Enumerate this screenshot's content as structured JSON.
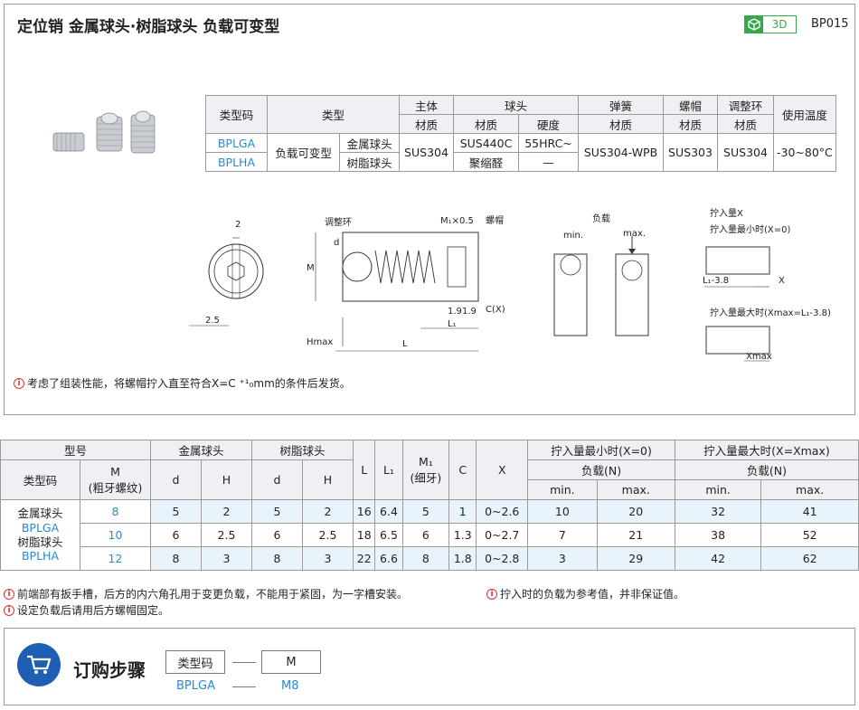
{
  "header": {
    "title": "定位销   金属球头·树脂球头   负载可变型",
    "badge": "3D",
    "code": "BP015"
  },
  "spec": {
    "h_type_code": "类型码",
    "h_type": "类型",
    "h_body": "主体",
    "h_ball": "球头",
    "h_spring": "弹簧",
    "h_nut": "螺帽",
    "h_ring": "调整环",
    "h_temp": "使用温度",
    "h_material": "材质",
    "h_hardness": "硬度",
    "row1": {
      "code": "BPLGA",
      "type": "负载可变型",
      "ball_type": "金属球头",
      "body": "SUS304",
      "ball_mat": "SUS440C",
      "hardness": "55HRC~",
      "spring": "SUS304-WPB",
      "nut": "SUS303",
      "ring": "SUS304",
      "temp": "-30~80°C"
    },
    "row2": {
      "code": "BPLHA",
      "ball_type": "树脂球头",
      "ball_mat": "聚缩醛",
      "hardness": "—"
    }
  },
  "drawing": {
    "dim2": "2",
    "dim25": "2.5",
    "adj_ring": "调整环",
    "m1": "M₁×0.5",
    "nut": "螺帽",
    "d": "d",
    "m": "M",
    "d19a": "1.9",
    "d19b": "1.9",
    "cx": "C(X)",
    "l1": "L₁",
    "hmax": "Hmax",
    "l": "L",
    "load": "负载",
    "min": "min.",
    "max": "max.",
    "screw_x": "拧入量X",
    "screw_min": "拧入量最小时(X=0)",
    "l138": "L₁-3.8",
    "x": "X",
    "screw_max": "拧入量最大时(Xmax=L₁-3.8)",
    "xmax": "Xmax"
  },
  "note_top": "考虑了组装性能，将螺帽拧入直至符合X=C ⁺¹₀mm的条件后发货。",
  "dims": {
    "h_model": "型号",
    "h_metal": "金属球头",
    "h_resin": "树脂球头",
    "h_L": "L",
    "h_L1": "L₁",
    "h_M1": "M₁",
    "h_M1b": "(细牙)",
    "h_C": "C",
    "h_X": "X",
    "h_min_screw": "拧入量最小时(X=0)",
    "h_max_screw": "拧入量最大时(X=Xmax)",
    "h_typecode": "类型码",
    "h_M": "M",
    "h_Mb": "(粗牙螺纹)",
    "h_d": "d",
    "h_H": "H",
    "h_load": "负载(N)",
    "h_min": "min.",
    "h_max": "max.",
    "types": [
      "金属球头",
      "BPLGA",
      "树脂球头",
      "BPLHA"
    ],
    "rows": [
      [
        "8",
        "5",
        "2",
        "5",
        "2",
        "16",
        "6.4",
        "5",
        "1",
        "0~2.6",
        "10",
        "20",
        "32",
        "41"
      ],
      [
        "10",
        "6",
        "2.5",
        "6",
        "2.5",
        "18",
        "6.5",
        "6",
        "1.3",
        "0~2.7",
        "7",
        "21",
        "38",
        "52"
      ],
      [
        "12",
        "8",
        "3",
        "8",
        "3",
        "22",
        "6.6",
        "8",
        "1.8",
        "0~2.8",
        "3",
        "29",
        "42",
        "62"
      ]
    ]
  },
  "notes": {
    "n1": "前端部有扳手槽，后方的内六角孔用于变更负载，不能用于紧固，为一字槽安装。",
    "n2": "拧入时的负载为参考值，并非保证值。",
    "n3": "设定负载后请用后方螺帽固定。"
  },
  "order": {
    "title": "订购步骤",
    "box1": "类型码",
    "box2": "M",
    "val1": "BPLGA",
    "val2": "M8"
  }
}
